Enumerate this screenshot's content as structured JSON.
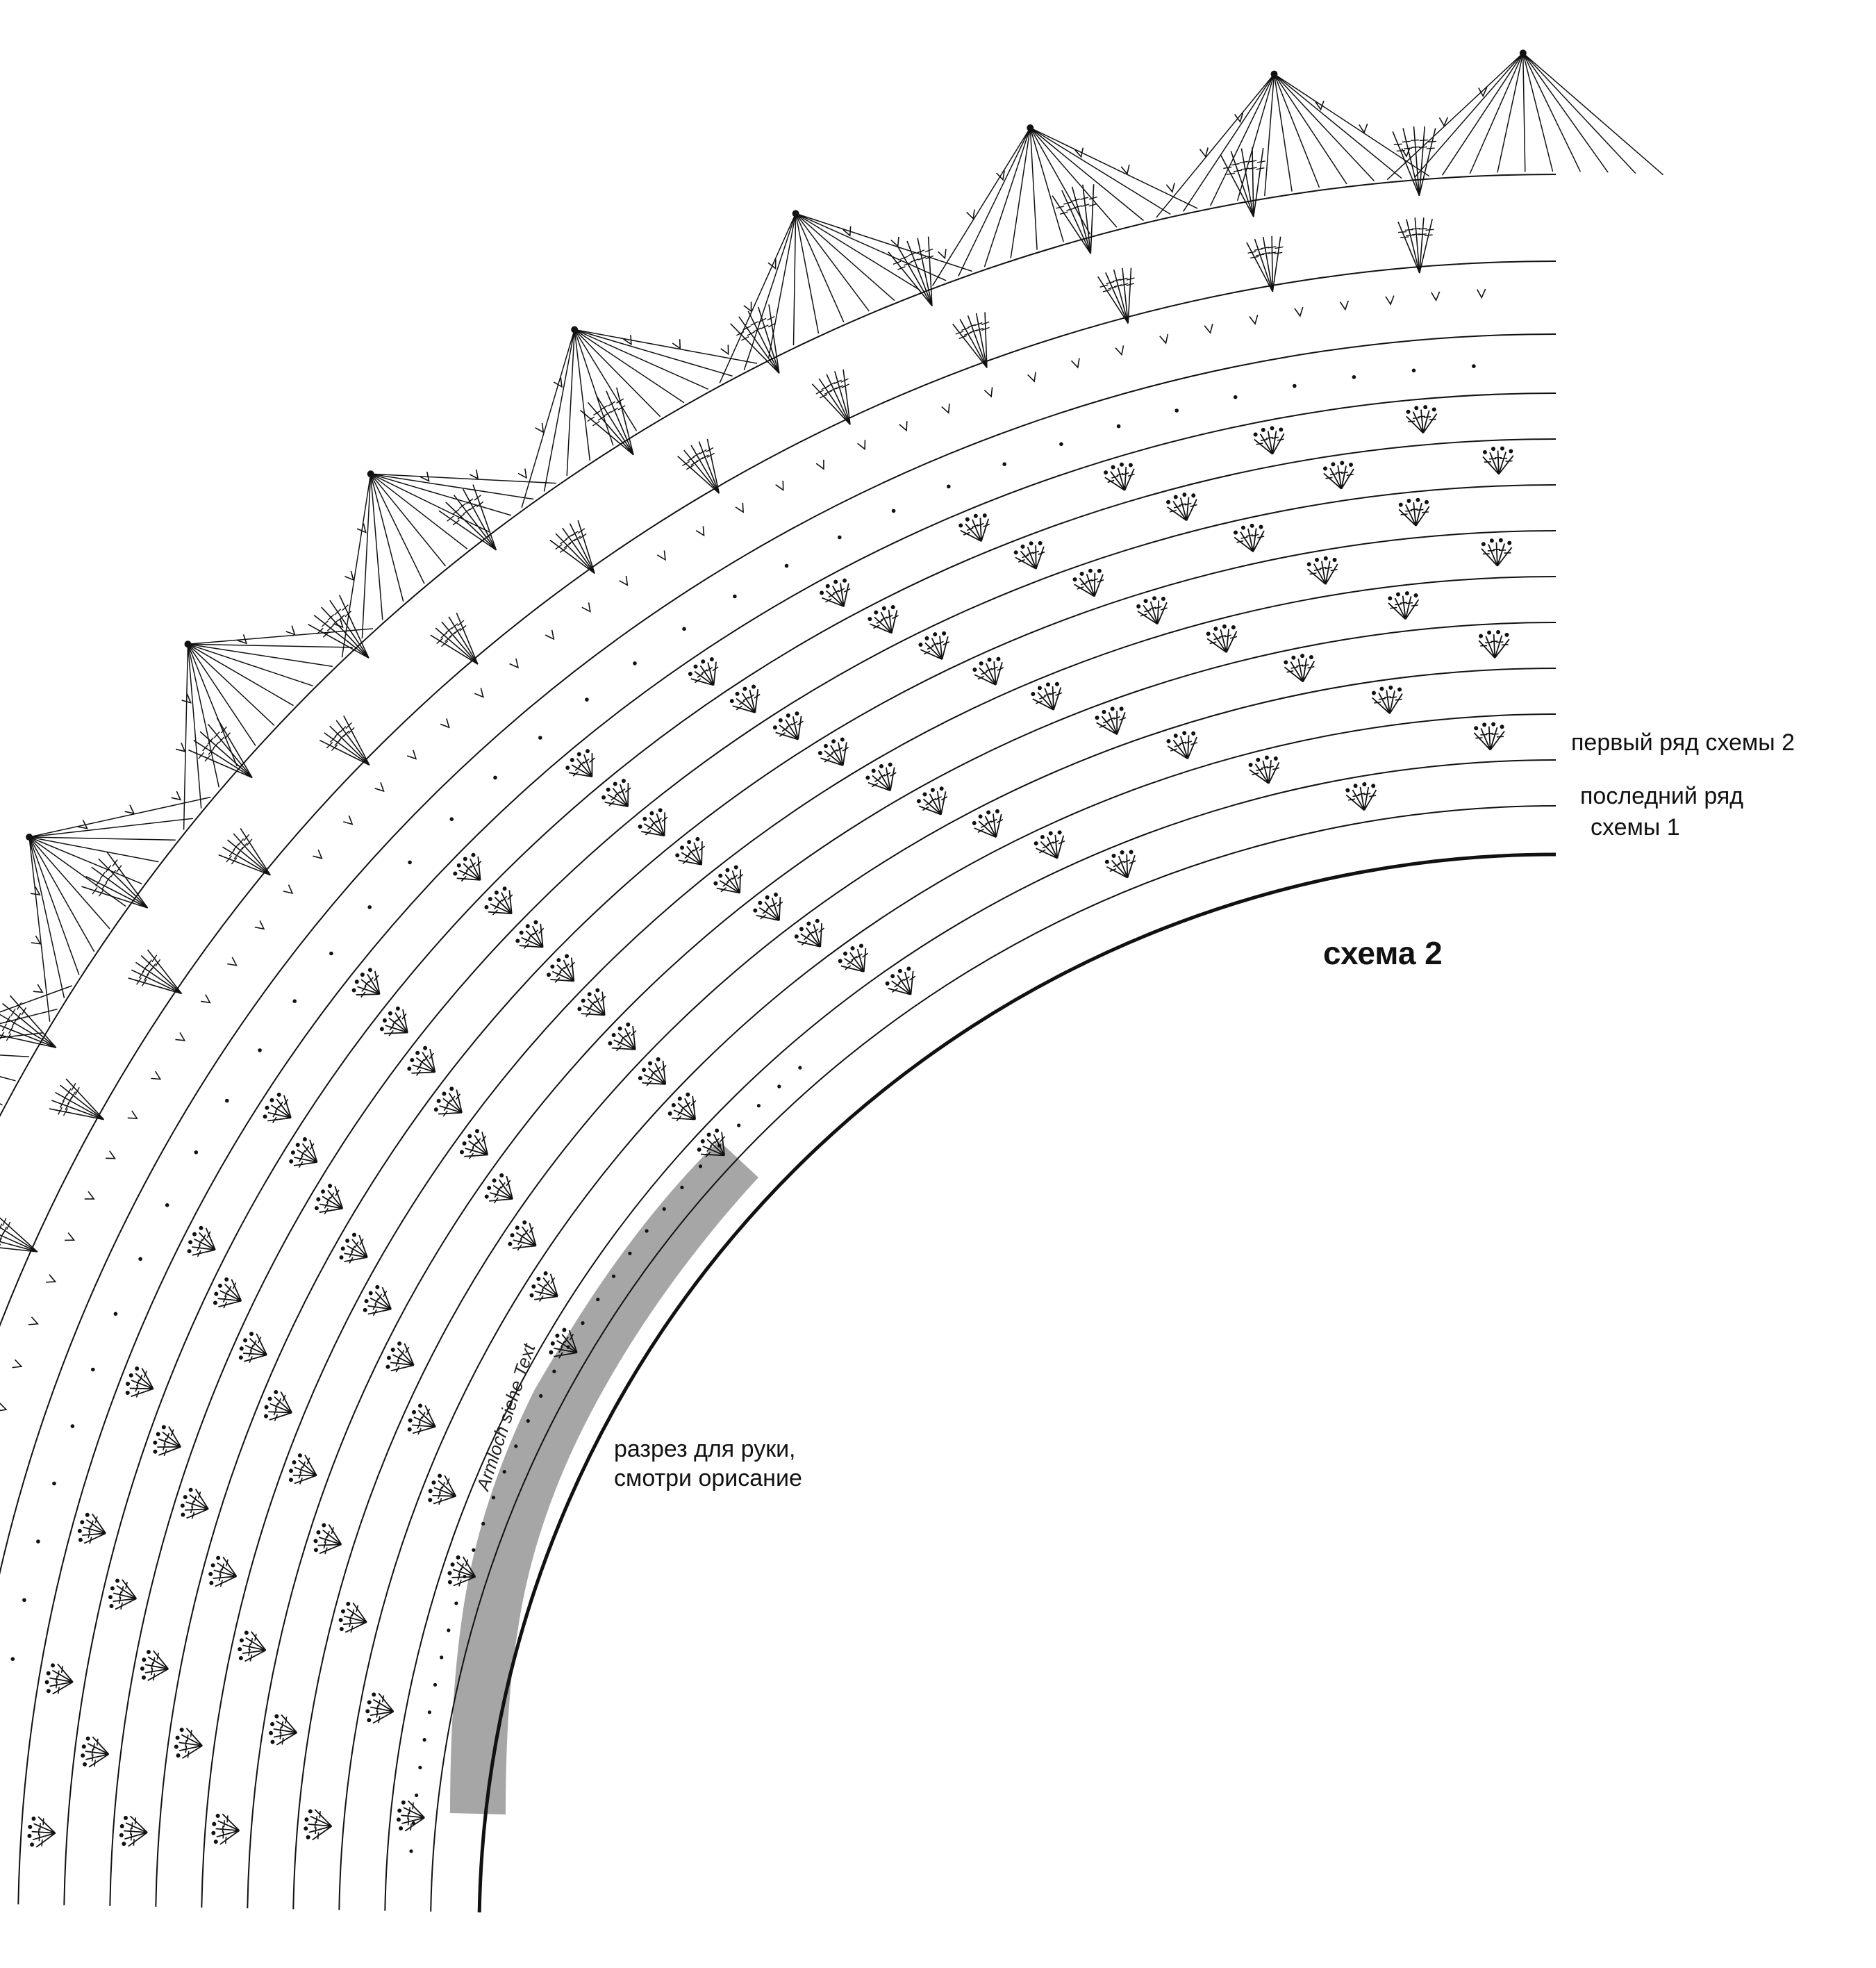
{
  "title": "схема 2",
  "annotations": {
    "first_row": "первый ряд схемы 2",
    "last_row_line1": "последний ряд",
    "last_row_line2": "схемы 1",
    "armhole_line1": "разрез для руки,",
    "armhole_line2": "смотри орисание",
    "armhole_rotated": "Armloch siehe Text"
  },
  "colors": {
    "ink": "#111111",
    "armhole_band": "#a6a6a6",
    "background": "#ffffff"
  },
  "structure": {
    "fan_rounds": 9,
    "edge_rounds": 3,
    "scallops": 9,
    "symbols": [
      "chain-stitch-icon",
      "single-crochet-icon",
      "double-crochet-icon",
      "treble-crochet-icon",
      "fan-motif-icon",
      "scallop-icon"
    ]
  }
}
